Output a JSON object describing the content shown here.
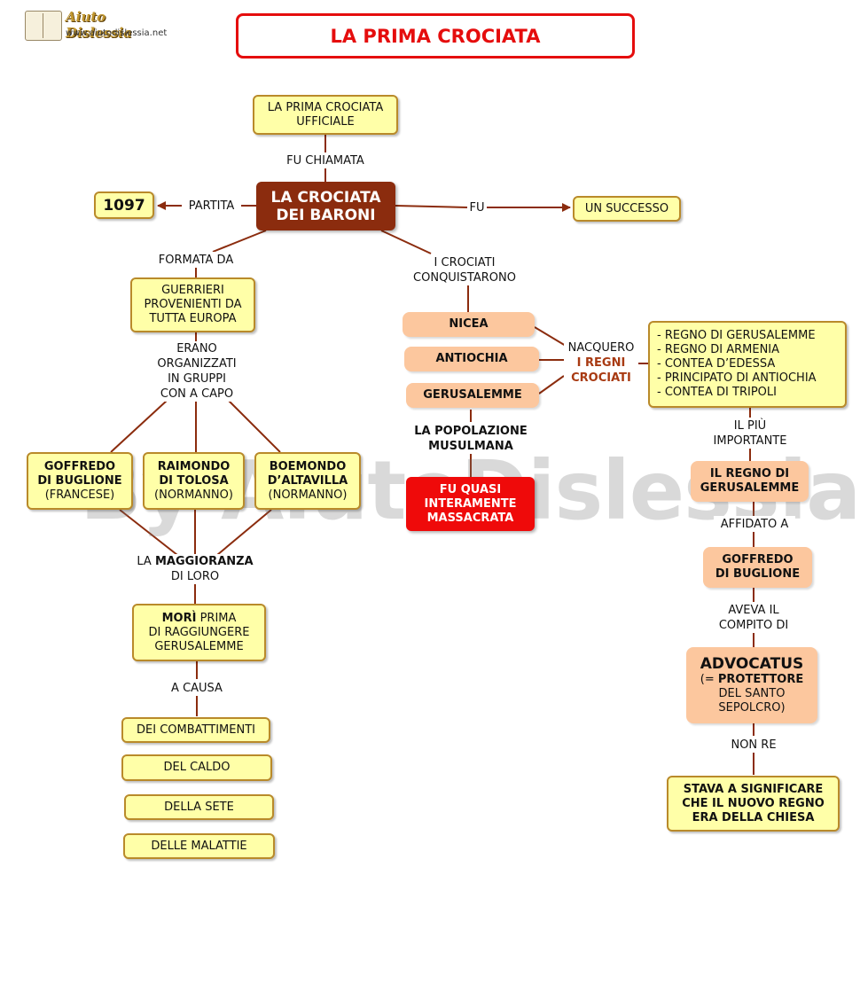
{
  "logo": {
    "name": "Aiuto Dislessia",
    "url": "www.aiutodislessia.net"
  },
  "title": "LA PRIMA CROCIATA",
  "watermark": "By AiutoDislessia.net",
  "nodes": {
    "ufficiale": [
      "LA PRIMA CROCIATA",
      "UFFICIALE"
    ],
    "center": [
      "LA CROCIATA",
      "DEI BARONI"
    ],
    "year": "1097",
    "successo": "UN SUCCESSO",
    "guerrieri": [
      "GUERRIERI",
      "PROVENIENTI DA",
      "TUTTA EUROPA"
    ],
    "goffredo": [
      "GOFFREDO",
      "DI BUGLIONE",
      "(FRANCESE)"
    ],
    "raimondo": [
      "RAIMONDO",
      "DI TOLOSA",
      "(NORMANNO)"
    ],
    "boemondo": [
      "BOEMONDO",
      "D’ALTAVILLA",
      "(NORMANNO)"
    ],
    "mori": {
      "bold": "MORÌ",
      "rest": " PRIMA",
      "line2": "DI RAGGIUNGERE",
      "line3": "GERUSALEMME"
    },
    "cause": [
      "DEI COMBATTIMENTI",
      "DEL CALDO",
      "DELLA SETE",
      "DELLE MALATTIE"
    ],
    "cities": [
      "NICEA",
      "ANTIOCHIA",
      "GERUSALEMME"
    ],
    "popolazione": [
      "LA POPOLAZIONE",
      "MUSULMANA"
    ],
    "massacrata": [
      "FU QUASI",
      "INTERAMENTE",
      "MASSACRATA"
    ],
    "regni_list": [
      "- REGNO DI GERUSALEMME",
      "- REGNO DI ARMENIA",
      "- CONTEA D’EDESSA",
      "- PRINCIPATO DI ANTIOCHIA",
      "- CONTEA DI TRIPOLI"
    ],
    "regno_gerusalemme": [
      "IL REGNO DI",
      "GERUSALEMME"
    ],
    "goffredo2": [
      "GOFFREDO",
      "DI BUGLIONE"
    ],
    "advocatus": {
      "title": "ADVOCATUS",
      "line2_pre": "(= ",
      "line2_bold": "PROTETTORE",
      "line3": "DEL SANTO",
      "line4": "SEPOLCRO)"
    },
    "stava": [
      "STAVA A SIGNIFICARE",
      "CHE IL NUOVO REGNO",
      "ERA DELLA CHIESA"
    ]
  },
  "labels": {
    "chiamata": "FU CHIAMATA",
    "partita": "PARTITA",
    "fu": "FU",
    "formata": "FORMATA DA",
    "conquistarono": [
      "I CROCIATI",
      "CONQUISTARONO"
    ],
    "erano": [
      "ERANO",
      "ORGANIZZATI",
      "IN GRUPPI",
      "CON A CAPO"
    ],
    "maggioranza": {
      "pre": "LA ",
      "bold": "MAGGIORANZA",
      "line2": "DI LORO"
    },
    "acausa": "A CAUSA",
    "nacquero": "NACQUERO",
    "regni_crociati": [
      "I REGNI",
      "CROCIATI"
    ],
    "piu_importante": [
      "IL PIÙ",
      "IMPORTANTE"
    ],
    "affidato": "AFFIDATO A",
    "compito": [
      "AVEVA IL",
      "COMPITO DI"
    ],
    "nonre": "NON RE"
  },
  "colors": {
    "line": "#8b2c0e",
    "yellow_fill": "#ffffa8",
    "yellow_border": "#b98a2a",
    "peach_fill": "#fcc79e",
    "center_fill": "#8b2c0e",
    "alert_fill": "#ef0a0a",
    "title_red": "#e50d0d"
  }
}
